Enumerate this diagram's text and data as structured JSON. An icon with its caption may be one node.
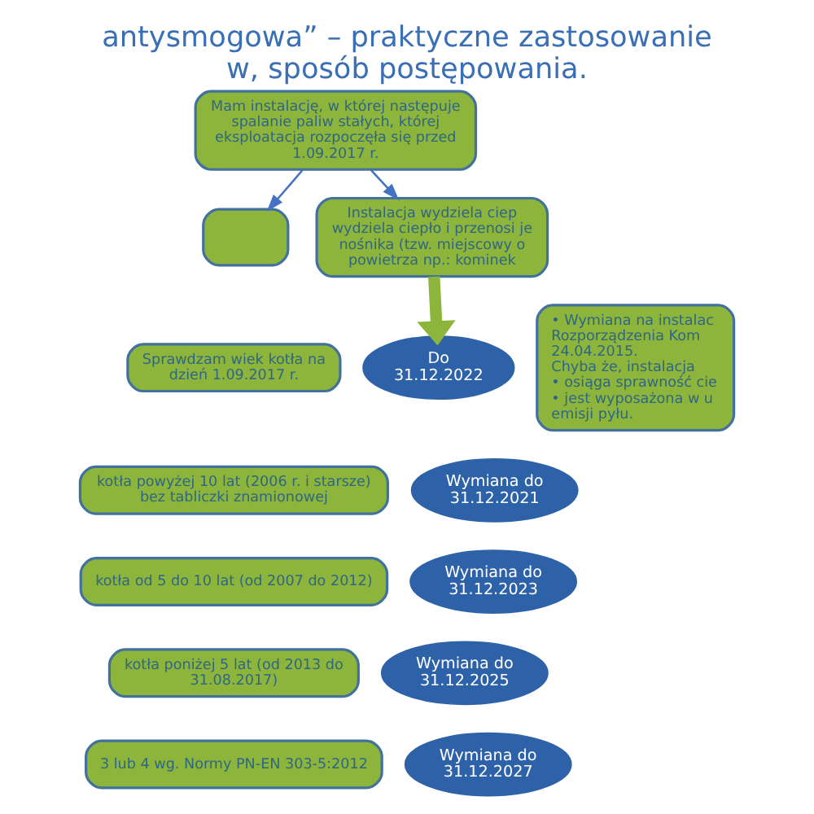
{
  "diagram": {
    "title": "antysmogowa” – praktyczne zastosowanie w, sposób postępowania.",
    "nodes": [
      {
        "text": [
          "Mam instalację, w której następuje spalanie paliw stałych, której eksploatacja rozpoczęła się przed 1.09.2017 r."
        ]
      },
      {
        "text": [],
        "shape": "box"
      },
      {
        "text": [
          "Instalacja wydziela ciep wydziela ciepło i przenosi je nośnika (tzw. miejscowy o powietrza np.: kominek"
        ]
      },
      {
        "text": [
          "Sprawdzam wiek kotła na dzień 1.09.2017 r."
        ]
      },
      {
        "text": [
          "kotła powyżej 10 lat (2006 r. i starsze) bez tabliczki znamionowej"
        ]
      },
      {
        "text": [
          "Wymiana do 31.12.2021"
        ]
      },
      {
        "text": [
          "kotła od 5 do 10 lat (od 2007 do 2012)"
        ]
      },
      {
        "text": [
          "Wymiana do 31.12.2023"
        ]
      },
      {
        "text": [
          "kotła poniżej 5 lat (od 2013 do 31.08.2017)"
        ]
      },
      {
        "text": [
          "Wymiana do 31.12.2025"
        ]
      },
      {
        "text": [
          "3 lub 4 wg. Normy PN-EN 303-5:2012"
        ]
      },
      {
        "text": [
          "Wymiana do 31.12.2027"
        ]
      },
      {
        "text": [
          "Do 31.12.2022"
        ]
      },
      {
        "text": [
          "• Wymiana na instalac Rozporządzenia Kom 24.04.2015.",
          "Chyba że, instalacja",
          "• osiąga sprawność cie",
          "• jest wyposażona w u emisji pyłu."
        ]
      }
    ],
    "edges": [
      {
        "from": 0,
        "to": 1,
        "arrow": "to"
      },
      {
        "from": 0,
        "to": 2,
        "arrow": "to"
      },
      {
        "from": 2,
        "to": 12,
        "arrow": "to",
        "style": "thick",
        "color": "#8db53c"
      }
    ]
  }
}
